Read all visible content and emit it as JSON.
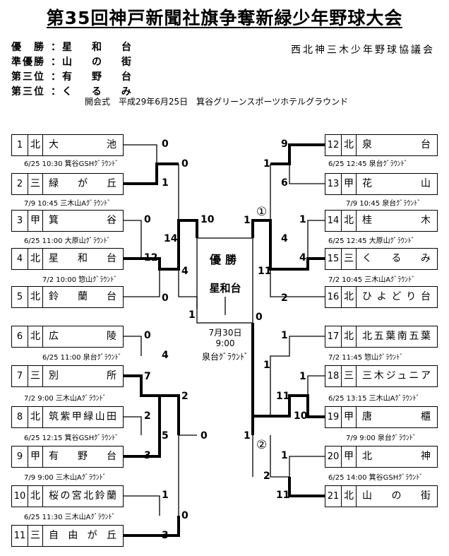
{
  "title": "第35回神戸新聞社旗争奪新緑少年野球大会",
  "association": "西北神三木少年野球協議会",
  "results": [
    {
      "label": "優　勝",
      "sep": "：",
      "value": "星和台"
    },
    {
      "label": "準優勝",
      "sep": "：",
      "value": "山の街"
    },
    {
      "label": "第三位",
      "sep": "：",
      "value": "有野台"
    },
    {
      "label": "第三位",
      "sep": "：",
      "value": "くるみ"
    }
  ],
  "opening": "開会式　平成29年6月25日　箕谷グリーンスポーツホテルグラウンド",
  "teams": [
    {
      "num": "1",
      "div": "北",
      "name": "大池"
    },
    {
      "num": "2",
      "div": "三",
      "name": "緑が丘"
    },
    {
      "num": "3",
      "div": "甲",
      "name": "箕谷"
    },
    {
      "num": "4",
      "div": "北",
      "name": "星和台"
    },
    {
      "num": "5",
      "div": "北",
      "name": "鈴蘭台"
    },
    {
      "num": "6",
      "div": "北",
      "name": "広陵"
    },
    {
      "num": "7",
      "div": "三",
      "name": "別所"
    },
    {
      "num": "8",
      "div": "北",
      "name": "筑紫甲緑山田"
    },
    {
      "num": "9",
      "div": "甲",
      "name": "有野台"
    },
    {
      "num": "10",
      "div": "北",
      "name": "桜の宮北鈴蘭"
    },
    {
      "num": "11",
      "div": "三",
      "name": "自由が丘"
    },
    {
      "num": "12",
      "div": "北",
      "name": "泉台"
    },
    {
      "num": "13",
      "div": "甲",
      "name": "花山"
    },
    {
      "num": "14",
      "div": "北",
      "name": "桂木"
    },
    {
      "num": "15",
      "div": "三",
      "name": "くるみ"
    },
    {
      "num": "16",
      "div": "北",
      "name": "ひよどり台"
    },
    {
      "num": "17",
      "div": "北",
      "name": "北五葉南五葉"
    },
    {
      "num": "18",
      "div": "三",
      "name": "三木ジュニア"
    },
    {
      "num": "19",
      "div": "甲",
      "name": "唐櫃"
    },
    {
      "num": "20",
      "div": "甲",
      "name": "北神"
    },
    {
      "num": "21",
      "div": "北",
      "name": "山の街"
    }
  ],
  "schedules": {
    "l1": "6/25 10:30 箕谷GSHｸﾞﾗｳﾝﾄﾞ",
    "l2": "7/9 10:45 三木山Aｸﾞﾗｳﾝﾄﾞ",
    "l3": "6/25 11:00 大原山ｸﾞﾗｳﾝﾄﾞ",
    "l4": "7/2 10:00 惣山ｸﾞﾗｳﾝﾄﾞ",
    "l5": "6/25 11:00 泉台ｸﾞﾗｳﾝﾄﾞ",
    "l6": "7/2 9:00 三木山Aｸﾞﾗｳﾝﾄﾞ",
    "l7": "6/25 12:15 箕谷GSHｸﾞﾗｳﾝﾄﾞ",
    "l8": "7/9 9:00 三木山Aｸﾞﾗｳﾝﾄﾞ",
    "l9": "6/25 11:30 三木山Aｸﾞﾗｳﾝﾄﾞ",
    "r1": "6/25 12:45 泉台ｸﾞﾗｳﾝﾄﾞ",
    "r2": "7/9 10:45 泉台ｸﾞﾗｳﾝﾄﾞ",
    "r3": "6/25 12:45 大原山ｸﾞﾗｳﾝﾄﾞ",
    "r4": "7/2 10:45 三木山Aｸﾞﾗｳﾝﾄﾞ",
    "r5": "7/2 11:45 惣山ｸﾞﾗｳﾝﾄﾞ",
    "r6": "6/25 13:15 三木山Aｸﾞﾗｳﾝﾄﾞ",
    "r7": "7/9 9:00 泉台ｸﾞﾗｳﾝﾄﾞ",
    "r8": "6/25 14:00 箕谷GSHｸﾞﾗｳﾝﾄﾞ"
  },
  "scores": {
    "s1": "0",
    "s2": "1",
    "s3": "0",
    "s4": "0",
    "s5": "12",
    "s6": "14",
    "s7": "4",
    "s8": "0",
    "s9": "0",
    "s10": "7",
    "s11": "4",
    "s12": "2",
    "s13": "3",
    "s14": "5",
    "s15": "2",
    "s16": "1",
    "s17": "3",
    "s18": "0",
    "s19": "10",
    "s20": "0",
    "s21": "1",
    "s22": "9",
    "s23": "6",
    "s24": "1",
    "s25": "1",
    "s26": "4",
    "s27": "4",
    "s28": "2",
    "s29": "1",
    "s30": "11",
    "s31": "1",
    "s32": "1",
    "s33": "1",
    "s34": "11",
    "s35": "10",
    "s36": "1",
    "s37": "1",
    "s38": "2",
    "s39": "11",
    "s40": "0"
  },
  "circle_marks": {
    "c1": "①",
    "c2": "②"
  },
  "final": {
    "label": "優勝",
    "champion": "星和台",
    "date": "7月30日",
    "time": "9:00",
    "venue": "泉台ｸﾞﾗｳﾝﾄﾞ"
  }
}
